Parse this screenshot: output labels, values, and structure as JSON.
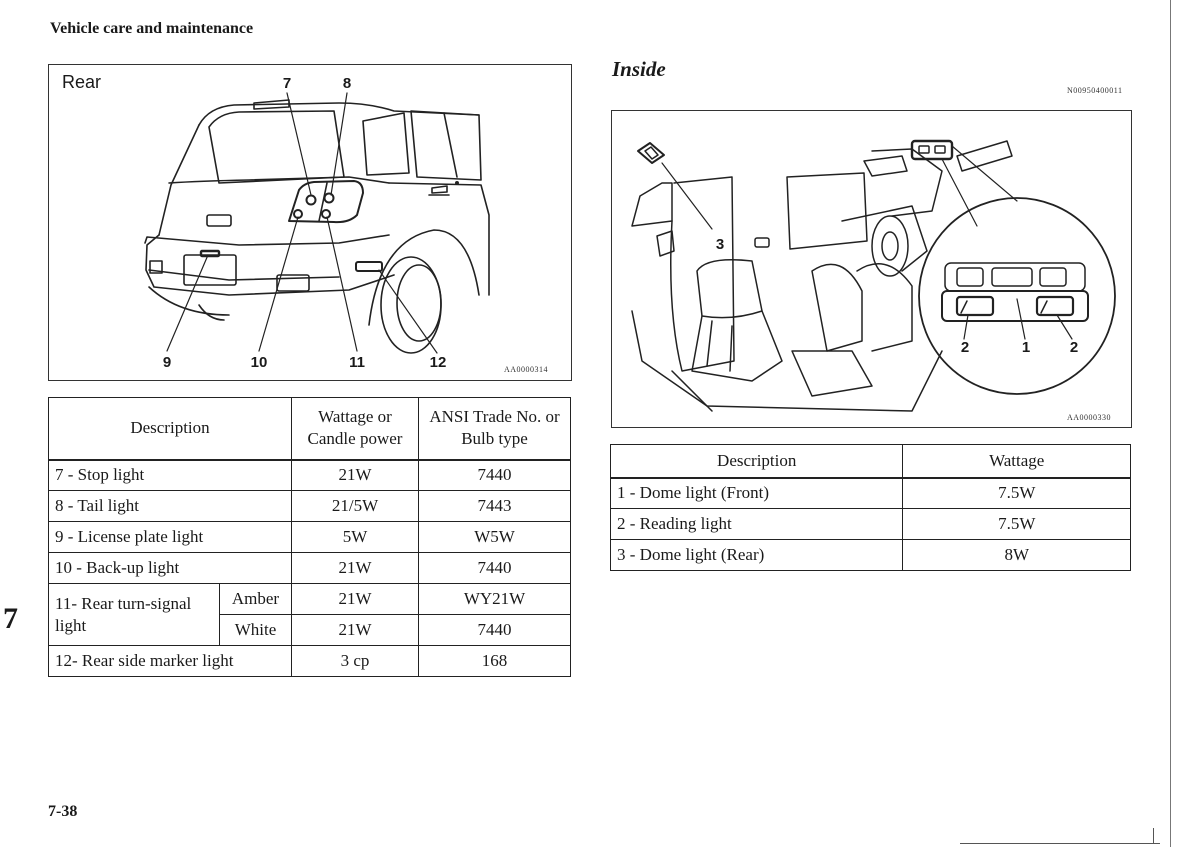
{
  "page": {
    "header": "Vehicle care and maintenance",
    "page_number": "7-38",
    "chapter_tab": "7"
  },
  "rear": {
    "label": "Rear",
    "figure_code": "AA0000314",
    "callouts": [
      "7",
      "8",
      "9",
      "10",
      "11",
      "12"
    ],
    "table": {
      "headers": [
        "Description",
        "Wattage or Candle power",
        "ANSI Trade No. or Bulb type"
      ],
      "rows": [
        {
          "desc": "7 - Stop light",
          "wattage": "21W",
          "ansi": "7440"
        },
        {
          "desc": "8 - Tail light",
          "wattage": "21/5W",
          "ansi": "7443"
        },
        {
          "desc": "9 - License plate light",
          "wattage": "5W",
          "ansi": "W5W"
        },
        {
          "desc": "10 - Back-up light",
          "wattage": "21W",
          "ansi": "7440"
        }
      ],
      "turn_signal": {
        "desc": "11- Rear turn-signal light",
        "amber_label": "Amber",
        "amber_wattage": "21W",
        "amber_ansi": "WY21W",
        "white_label": "White",
        "white_wattage": "21W",
        "white_ansi": "7440"
      },
      "last_row": {
        "desc": "12- Rear side marker light",
        "wattage": "3 cp",
        "ansi": "168"
      }
    }
  },
  "inside": {
    "title": "Inside",
    "section_code": "N00950400011",
    "figure_code": "AA0000330",
    "callouts": [
      "3",
      "2",
      "1",
      "2"
    ],
    "table": {
      "headers": [
        "Description",
        "Wattage"
      ],
      "rows": [
        {
          "desc": "1 - Dome light (Front)",
          "wattage": "7.5W"
        },
        {
          "desc": "2 - Reading light",
          "wattage": "7.5W"
        },
        {
          "desc": "3 - Dome light (Rear)",
          "wattage": "8W"
        }
      ]
    }
  }
}
